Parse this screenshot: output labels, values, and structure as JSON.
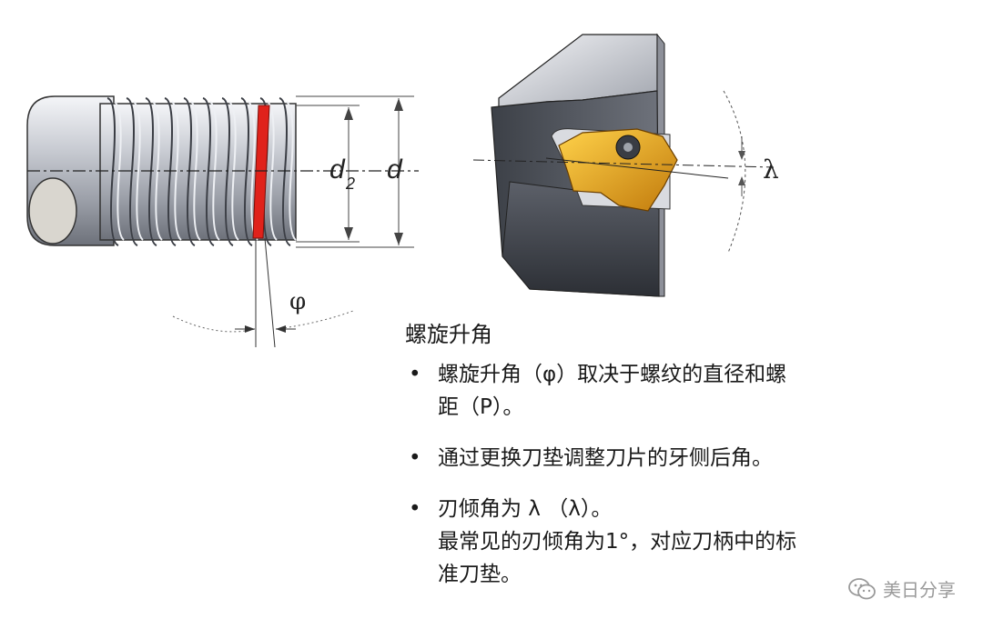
{
  "labels": {
    "d2_base": "d",
    "d2_sub": "2",
    "d": "d",
    "phi": "φ",
    "lambda": "λ"
  },
  "text": {
    "heading": "螺旋升角",
    "bullet_marker": "•",
    "bullets": [
      {
        "lines": [
          "螺旋升角（φ）取决于螺纹的直径和螺",
          "距（P）。"
        ]
      },
      {
        "lines": [
          "通过更换刀垫调整刀片的牙侧后角。"
        ]
      },
      {
        "lines": [
          "刃倾角为 λ （λ）。",
          "最常见的刃倾角为1°，对应刀柄中的标",
          "准刀垫。"
        ]
      }
    ]
  },
  "watermark": {
    "text": "美日分享",
    "icon": "wechat-icon"
  },
  "colors": {
    "helix": "#e0221b",
    "insert": "#e8a21a",
    "steel": "#b9bcc4"
  }
}
